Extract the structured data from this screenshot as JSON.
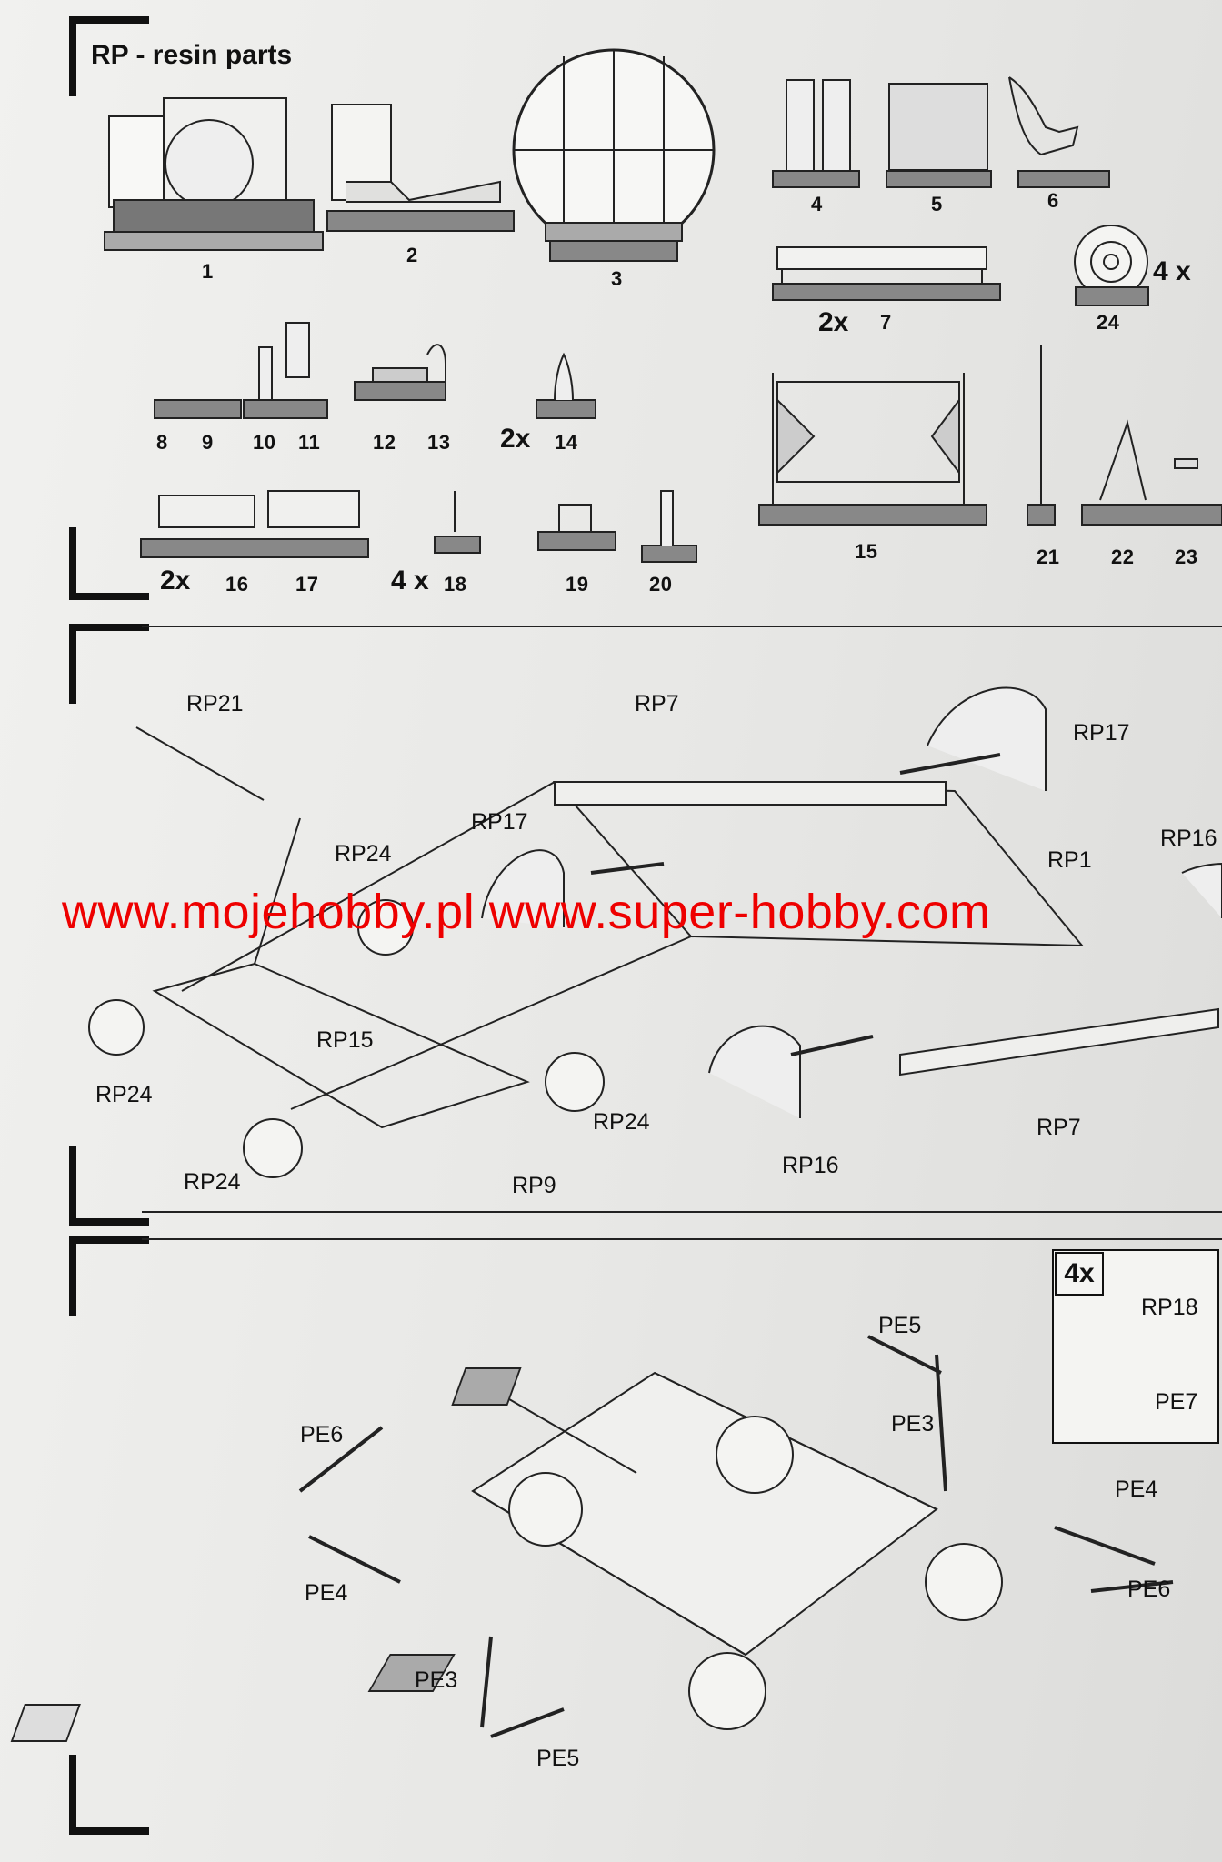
{
  "section1": {
    "title": "RP - resin parts",
    "part_numbers": [
      "1",
      "2",
      "3",
      "4",
      "5",
      "6",
      "2x",
      "7",
      "24",
      "4 x",
      "8",
      "9",
      "10",
      "11",
      "12",
      "13",
      "2x",
      "14",
      "15",
      "21",
      "22",
      "23",
      "2x",
      "16",
      "17",
      "4 x",
      "18",
      "19",
      "20"
    ]
  },
  "section2": {
    "labels": [
      "RP21",
      "RP7",
      "RP17",
      "RP17",
      "RP24",
      "RP1",
      "RP16",
      "RP15",
      "RP24",
      "RP24",
      "RP24",
      "RP9",
      "RP16",
      "RP7"
    ]
  },
  "watermark": "www.mojehobby.pl www.super-hobby.com",
  "section3": {
    "inset_multiplier": "4x",
    "inset_labels": [
      "RP18",
      "PE7"
    ],
    "labels": [
      "PE5",
      "PE6",
      "PE3",
      "PE4",
      "PE4",
      "PE6",
      "PE3",
      "PE5"
    ]
  }
}
